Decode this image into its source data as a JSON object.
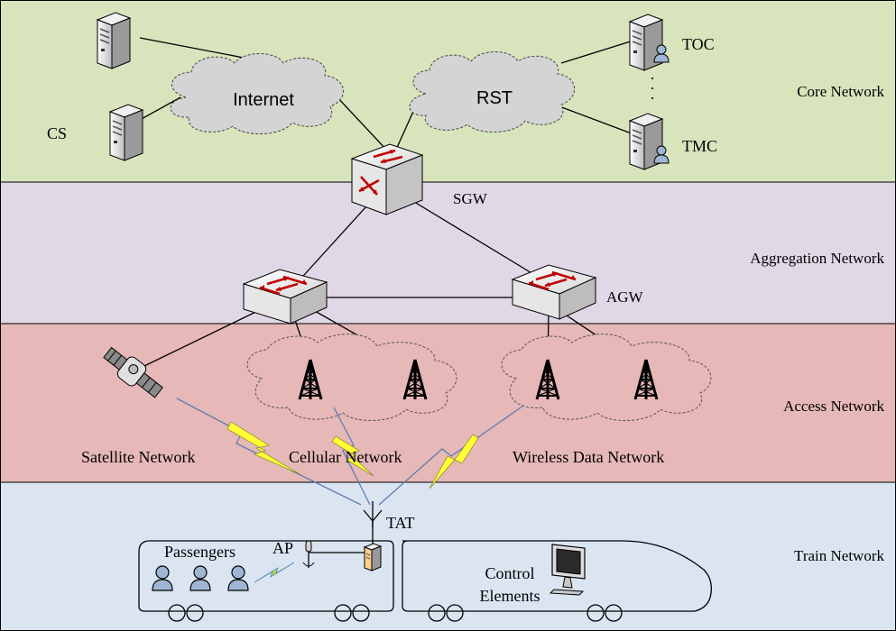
{
  "colors": {
    "core": "#d8e4bc",
    "aggregation": "#e0d8e6",
    "access": "#e6b8b7",
    "train": "#dbe5f1",
    "cloud": "#d4d4d4",
    "link": "#000000",
    "wireless_bolt": "#ffff33",
    "passenger_icon": "#9eb6d2"
  },
  "layers": {
    "core": "Core Network",
    "aggregation": "Aggregation Network",
    "access": "Access Network",
    "train": "Train Network"
  },
  "clouds": {
    "internet": "Internet",
    "rst": "RST"
  },
  "servers": {
    "cs": "CS",
    "toc": "TOC",
    "tmc": "TMC",
    "ellipsis": "·"
  },
  "gateways": {
    "sgw": "SGW",
    "agw": "AGW"
  },
  "access_networks": {
    "satellite": "Satellite Network",
    "cellular": "Cellular Network",
    "wireless_data": "Wireless Data Network"
  },
  "train": {
    "tat": "TAT",
    "passengers": "Passengers",
    "ap": "AP",
    "control_line1": "Control",
    "control_line2": "Elements"
  },
  "icons": {
    "server": "server-icon",
    "switch": "switch-icon",
    "tower": "cell-tower-icon",
    "satellite": "satellite-icon",
    "person": "person-icon",
    "monitor": "monitor-icon",
    "antenna": "antenna-icon"
  }
}
